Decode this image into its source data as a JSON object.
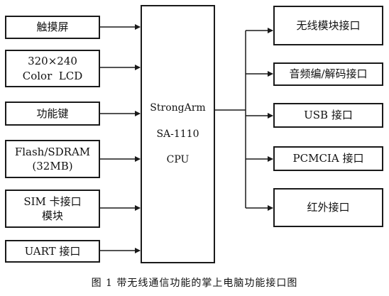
{
  "left_modules": [
    {
      "lines": [
        "触摸屏"
      ]
    },
    {
      "lines": [
        "320×240",
        "Color  LCD"
      ]
    },
    {
      "lines": [
        "功能键"
      ]
    },
    {
      "lines": [
        "Flash/SDRAM",
        "(32MB)"
      ]
    },
    {
      "lines": [
        "SIM 卡接口",
        "模块"
      ]
    },
    {
      "lines": [
        "UART 接口"
      ]
    }
  ],
  "cpu": {
    "lines": [
      "StrongArm",
      "SA-1110",
      "CPU"
    ]
  },
  "right_modules": [
    {
      "label": "无线模块接口"
    },
    {
      "label": "音频编/解码接口"
    },
    {
      "label": "USB 接口"
    },
    {
      "label": "PCMCIA 接口"
    },
    {
      "label": "红外接口"
    }
  ],
  "caption": "图 1  带无线通信功能的掌上电脑功能接口图"
}
